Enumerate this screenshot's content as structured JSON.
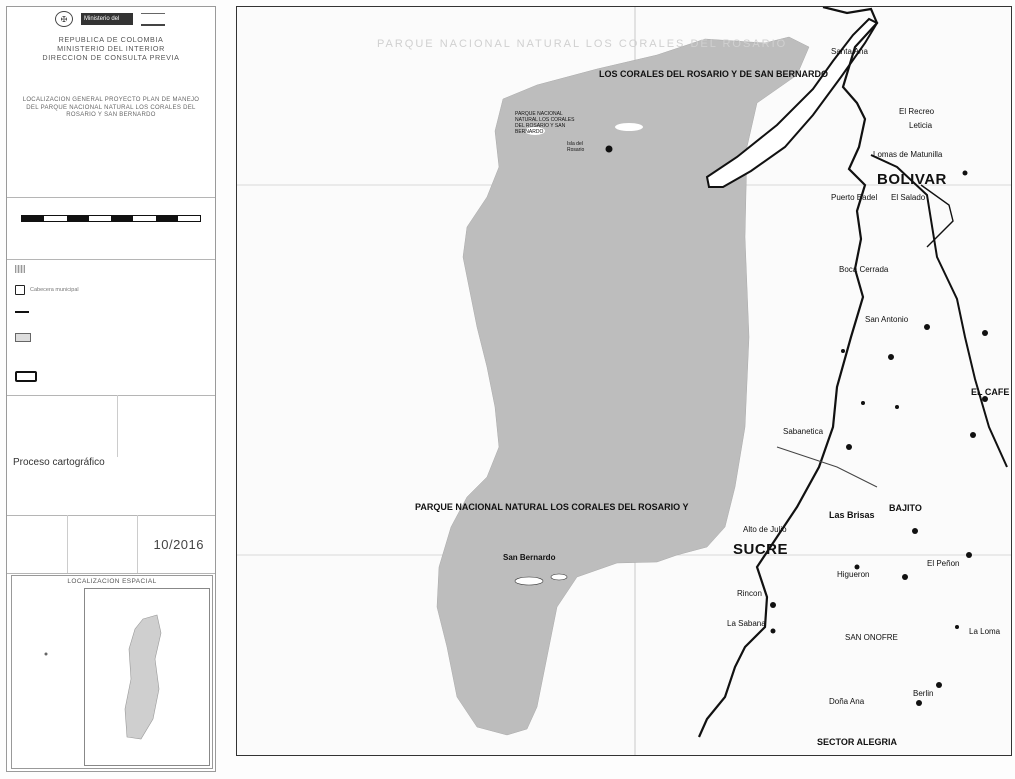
{
  "sidebar": {
    "logo_seal": "✠",
    "logo_ministry_text": "Ministerio del Interior",
    "header_lines": [
      "REPUBLICA DE COLOMBIA",
      "MINISTERIO DEL INTERIOR",
      "DIRECCION DE CONSULTA PREVIA"
    ],
    "project_text": "LOCALIZACION GENERAL PROYECTO PLAN DE MANEJO DEL PARQUE NACIONAL NATURAL LOS CORALES DEL ROSARIO Y SAN BERNARDO",
    "legend_item_2": "Cabecera municipal",
    "process_label": "Proceso cartográfico",
    "date": "10/2016",
    "locator_title": "LOCALIZACION ESPACIAL"
  },
  "map": {
    "labels": {
      "los_corales_top": "LOS CORALES DEL ROSARIO Y DE SAN BERNARDO",
      "pnn_small": "PARQUE NACIONAL NATURAL LOS CORALES DEL ROSARIO Y SAN BERNARDO",
      "isla_rosario": "Isla del Rosario",
      "pnn_main": "PARQUE NACIONAL NATURAL LOS CORALES DEL ROSARIO Y",
      "san_bernardo": "San Bernardo",
      "santa_ana": "Santa Ana",
      "el_recreo": "El Recreo",
      "leticia": "Leticia",
      "lomas_matunilla": "Lomas de Matunilla",
      "bolivar": "BOLIVAR",
      "puerto_badel": "Puerto Badel",
      "el_salado": "El Salado",
      "boca_cerrada": "Boca Cerrada",
      "san_antonio": "San Antonio",
      "sabanetica": "Sabanetica",
      "el_cafe": "EL CAFE",
      "las_brisas": "Las Brisas",
      "bajito": "BAJITO",
      "alto_de_julio": "Alto de Julio",
      "sucre": "SUCRE",
      "el_penon": "El Peñon",
      "higueron": "Higueron",
      "rincon": "Rincon",
      "la_sabana": "La Sabana",
      "san_onofre": "SAN ONOFRE",
      "la_loma": "La Loma",
      "dona_ana": "Doña Ana",
      "berlin": "Berlin",
      "sector_alegria": "SECTOR ALEGRIA"
    }
  }
}
